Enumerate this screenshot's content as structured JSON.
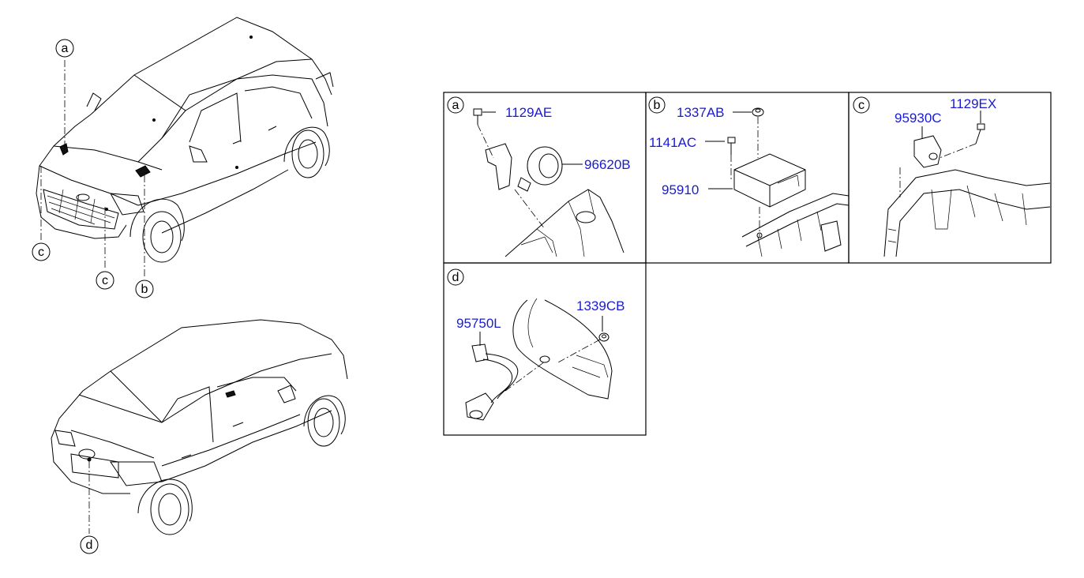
{
  "callouts": {
    "a": "a",
    "b": "b",
    "c": "c",
    "d": "d"
  },
  "panels": {
    "a": {
      "letter": "a",
      "parts": [
        "1129AE",
        "96620B"
      ]
    },
    "b": {
      "letter": "b",
      "parts": [
        "1337AB",
        "1141AC",
        "95910"
      ]
    },
    "c": {
      "letter": "c",
      "parts": [
        "95930C",
        "1129EX"
      ]
    },
    "d": {
      "letter": "d",
      "parts": [
        "95750L",
        "1339CB"
      ]
    }
  }
}
